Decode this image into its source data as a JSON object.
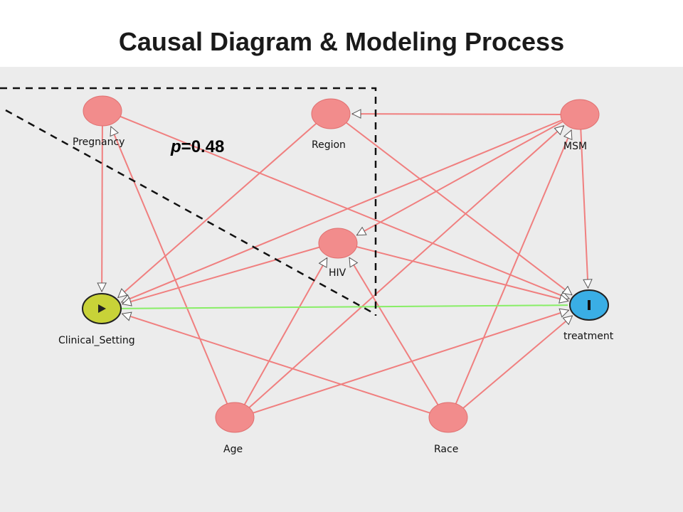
{
  "title": "Causal Diagram & Modeling Process",
  "annotation": {
    "p_label": "p",
    "p_value": "=0.48"
  },
  "colors": {
    "node_fill": "#f28c8c",
    "node_stroke": "#e07070",
    "edge": "#f07f7f",
    "exposure_fill": "#c8d238",
    "outcome_fill": "#3aaee5",
    "exposure_outcome_edge": "#88ee66",
    "background": "#ececec"
  },
  "nodes": {
    "pregnancy": {
      "label": "Pregnancy"
    },
    "region": {
      "label": "Region"
    },
    "msm": {
      "label": "MSM"
    },
    "hiv": {
      "label": "HIV"
    },
    "clinical_setting": {
      "label": "Clinical_Setting",
      "role": "exposure",
      "icon": "play-icon"
    },
    "treatment": {
      "label": "treatment",
      "role": "outcome",
      "icon": "bar-icon"
    },
    "age": {
      "label": "Age"
    },
    "race": {
      "label": "Race"
    }
  },
  "edges": [
    [
      "pregnancy",
      "clinical_setting"
    ],
    [
      "pregnancy",
      "treatment"
    ],
    [
      "msm",
      "region"
    ],
    [
      "msm",
      "treatment"
    ],
    [
      "msm",
      "clinical_setting"
    ],
    [
      "msm",
      "hiv"
    ],
    [
      "region",
      "clinical_setting"
    ],
    [
      "region",
      "treatment"
    ],
    [
      "hiv",
      "clinical_setting"
    ],
    [
      "hiv",
      "treatment"
    ],
    [
      "age",
      "pregnancy"
    ],
    [
      "age",
      "hiv"
    ],
    [
      "age",
      "msm"
    ],
    [
      "age",
      "treatment"
    ],
    [
      "race",
      "hiv"
    ],
    [
      "race",
      "msm"
    ],
    [
      "race",
      "treatment"
    ],
    [
      "race",
      "clinical_setting"
    ],
    [
      "clinical_setting",
      "treatment"
    ]
  ]
}
